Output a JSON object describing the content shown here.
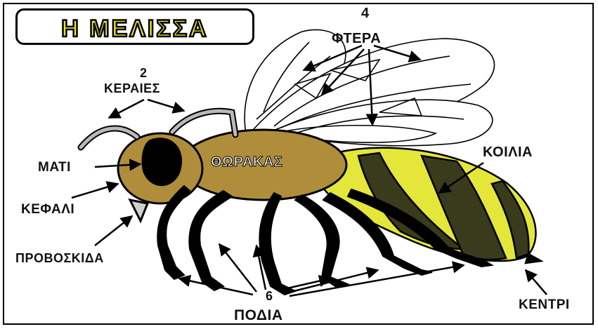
{
  "title": "Η ΜΕΛΙΣΣΑ",
  "labels": {
    "wings_count": "4",
    "wings": "ΦΤΕΡΑ",
    "antennae_count": "2",
    "antennae": "ΚΕΡΑΙΕΣ",
    "thorax": "ΘΩΡΑΚΑΣ",
    "abdomen": "ΚΟΙΛΙΑ",
    "eye": "ΜΑΤΙ",
    "head": "ΚΕΦΑΛΙ",
    "proboscis": "ΠΡΟΒΟΣΚΙΔΑ",
    "legs_count": "6",
    "legs": "ΠΟΔΙΑ",
    "stinger": "ΚΕΝΤΡΙ"
  },
  "colors": {
    "title_fill": "#f0e62a",
    "body_brown": "#b08d3a",
    "stripe_yellow": "#e4e63a",
    "stripe_dark": "#3a3a1c",
    "outline": "#000000",
    "antenna_grey": "#b9b9b9"
  }
}
